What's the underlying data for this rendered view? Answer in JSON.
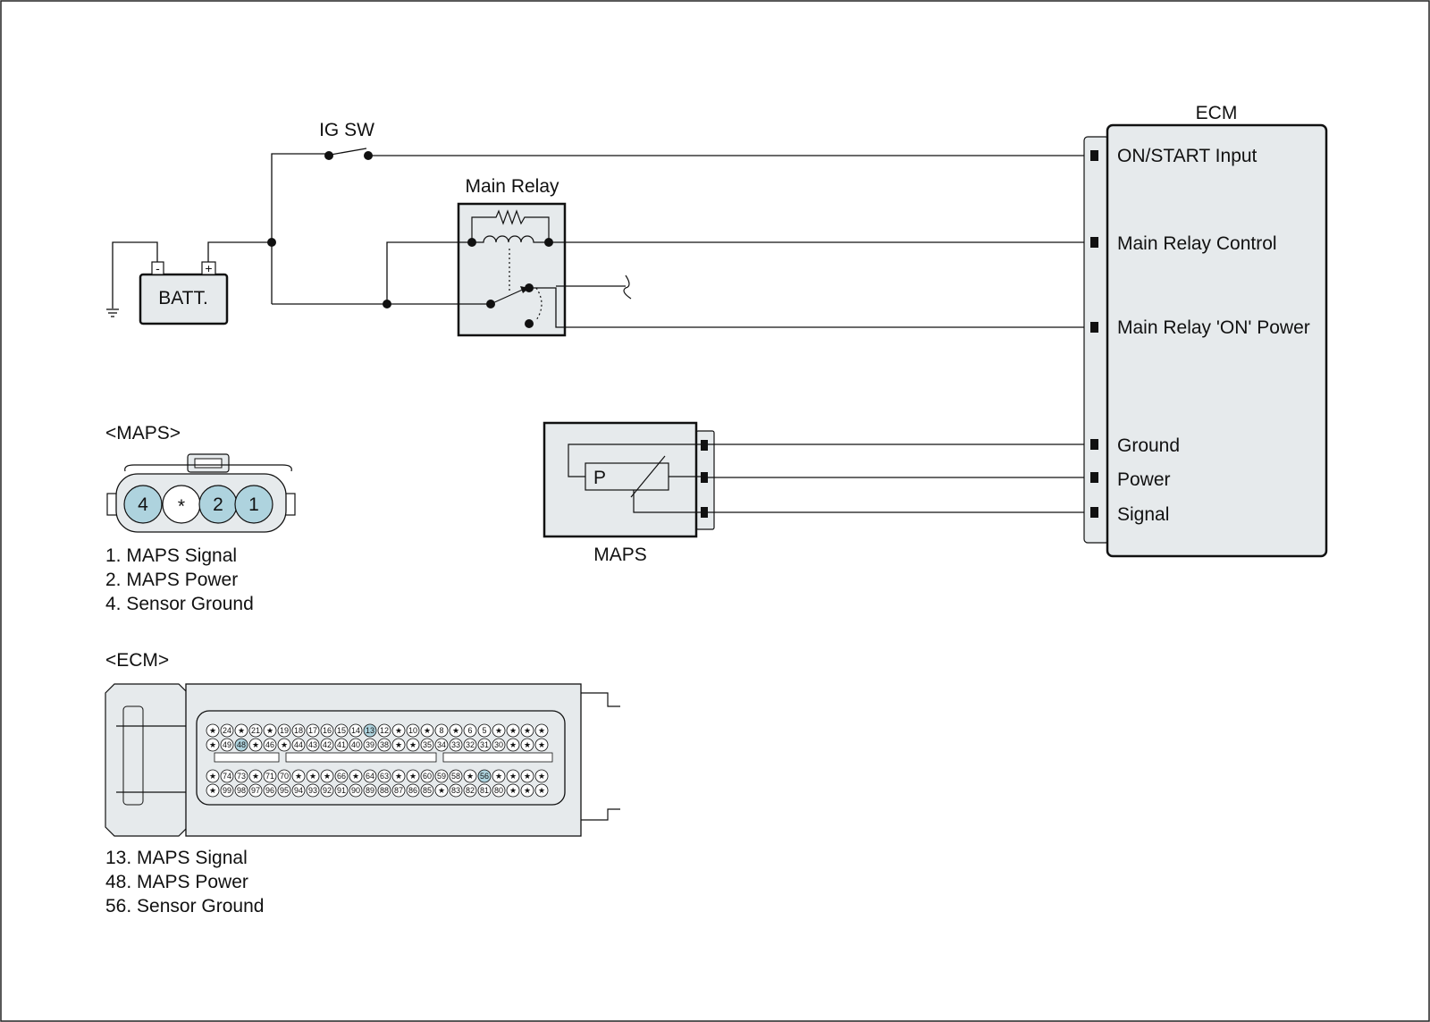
{
  "labels": {
    "ig_sw": "IG SW",
    "main_relay": "Main Relay",
    "batt": "BATT.",
    "batt_neg": "-",
    "batt_pos": "+",
    "ecm": "ECM",
    "maps": "MAPS",
    "maps_p": "P"
  },
  "ecm_pins": [
    "ON/START Input",
    "Main Relay Control",
    "Main Relay 'ON' Power",
    "Ground",
    "Power",
    "Signal"
  ],
  "maps_connector": {
    "title": "<MAPS>",
    "cavities": [
      "4",
      "*",
      "2",
      "1"
    ],
    "legend": [
      "1. MAPS Signal",
      "2. MAPS Power",
      "4. Sensor Ground"
    ]
  },
  "ecm_connector": {
    "title": "<ECM>",
    "rows": [
      [
        "★",
        "24",
        "★",
        "21",
        "★",
        "19",
        "18",
        "17",
        "16",
        "15",
        "14",
        "13",
        "12",
        "★",
        "10",
        "★",
        "8",
        "★",
        "6",
        "5",
        "★",
        "★",
        "★",
        "★"
      ],
      [
        "★",
        "49",
        "48",
        "★",
        "46",
        "★",
        "44",
        "43",
        "42",
        "41",
        "40",
        "39",
        "38",
        "★",
        "★",
        "35",
        "34",
        "33",
        "32",
        "31",
        "30",
        "★",
        "★",
        "★"
      ],
      [
        "★",
        "74",
        "73",
        "★",
        "71",
        "70",
        "★",
        "★",
        "★",
        "66",
        "★",
        "64",
        "63",
        "★",
        "★",
        "60",
        "59",
        "58",
        "★",
        "56",
        "★",
        "★",
        "★",
        "★"
      ],
      [
        "★",
        "99",
        "98",
        "97",
        "96",
        "95",
        "94",
        "93",
        "92",
        "91",
        "90",
        "89",
        "88",
        "87",
        "86",
        "85",
        "★",
        "83",
        "82",
        "81",
        "80",
        "★",
        "★",
        "★"
      ]
    ],
    "highlighted": [
      "13",
      "48",
      "56"
    ],
    "legend": [
      "13. MAPS Signal",
      "48. MAPS Power",
      "56. Sensor Ground"
    ]
  },
  "colors": {
    "box_fill": "#e6eaec",
    "pin_highlight": "#aed3de",
    "line": "#111111"
  }
}
